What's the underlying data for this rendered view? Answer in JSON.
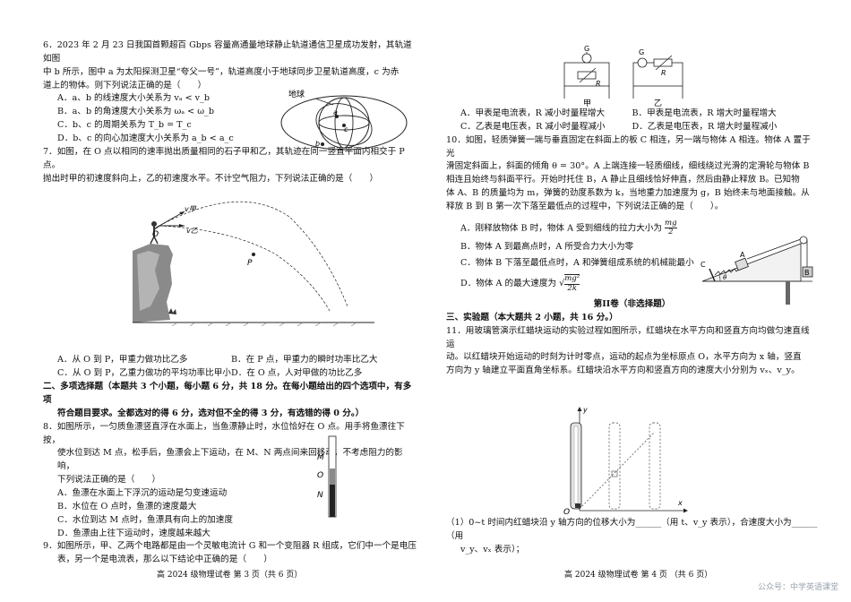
{
  "left": {
    "q6": {
      "stem1": "6．2023 年 2 月 23 日我国首颗超百 Gbps 容量高通量地球静止轨道通信卫星成功发射，其轨道如图",
      "stem2": "中 b 所示，图中 a 为太阳探测卫星“夸父一号”，轨道高度小于地球同步卫星轨道高度，c 为赤",
      "stem3": "道上的物体。则下列说法正确的是（　　）",
      "A": "A．a、b 的线速度大小关系为 vₐ < v_b",
      "B": "B．a、b 的角速度大小关系为 ωₐ < ω_b",
      "C": "C．b、c 的周期关系为 T_b = T_c",
      "D": "D．b、c 的向心加速度大小关系为 a_b < a_c",
      "fig_earth": "地球",
      "fig_a": "a",
      "fig_b": "b",
      "fig_c": "c"
    },
    "q7": {
      "stem1": "7．如图，在 O 点以相同的速率抛出质量相同的石子甲和乙，其轨迹在同一竖直平面内相交于 P 点。",
      "stem2": "抛出时甲的初速度斜向上，乙的初速度水平。不计空气阻力，下列说法正确的是（　　）",
      "fig_v1": "v甲",
      "fig_v2": "v乙",
      "fig_O": "O",
      "fig_P": "P",
      "A": "A．从 O 到 P，甲重力做功比乙多",
      "B": "B．在 P 点，甲重力的瞬时功率比乙大",
      "C": "C．从 O 到 P，乙重力做功的平均功率比甲小",
      "D": "D．在 O 点，人对甲做的功比乙多"
    },
    "sec2": {
      "line1": "二、多项选择题（本题共 3 个小题，每小题 6 分，共 18 分。在每小题给出的四个选项中，有多项",
      "line2": "符合题目要求。全都选对的得 6 分，选对但不全的得 3 分，有选错的得 0 分。）"
    },
    "q8": {
      "stem1": "8．如图所示，一匀质鱼漂竖直浮在水面上，当鱼漂静止时，水位恰好在 O 点。用手将鱼漂往下按，",
      "stem2": "使水位到达 M 点，松手后，鱼漂会上下运动，在 M、N 两点间来回移动。不考虑阻力的影响，",
      "stem3": "下列说法正确的是（　　）",
      "A": "A．鱼漂在水面上下浮沉的运动是匀变速运动",
      "B": "B．水位在 O 点时，鱼漂的速度最大",
      "C": "C．水位到达 M 点时，鱼漂具有向上的加速度",
      "D": "D．鱼漂由上往下运动时，速度越来越大",
      "fig_M": "M",
      "fig_O": "O",
      "fig_N": "N"
    },
    "q9": {
      "stem1": "9．如图所示，甲、乙两个电路都是由一个灵敏电流计 G 和一个变阻器 R 组成，它们中一个是电压",
      "stem2": "表，另一个是电流表，那么以下结论中正确的是（　　）"
    },
    "footer": "高 2024 级物理试卷  第 3 页（共 6 页）"
  },
  "right": {
    "q9fig": {
      "G1": "G",
      "G2": "G",
      "R1": "R",
      "R2": "R",
      "jia": "甲",
      "yi": "乙"
    },
    "q9opts": {
      "A": "A．甲表是电流表，R 减小时量程增大",
      "B": "B．甲表是电流表，R 增大时量程增大",
      "C": "C．乙表是电压表，R 减小时量程减小",
      "D": "D．乙表是电压表，R 增大时量程减小"
    },
    "q10": {
      "l1": "10．如图，轻质弹簧一端与垂直固定在斜面上的板 C 相连，另一端与物体 A 相连。物体 A 置于光",
      "l2": "滑固定斜面上，斜面的倾角 θ = 30°。A 上端连接一轻质细线，细线绕过光滑的定滑轮与物体 B",
      "l3": "相连且始终与斜面平行。开始时托住 B，A 静止且细线恰好伸直，然后由静止释放 B。已知物",
      "l4": "体 A、B 的质量均为 m，弹簧的劲度系数为 k，当地重力加速度为 g，B 始终未与地面接触。从",
      "l5": "释放 B 到 B 第一次下落至最低点的过程中，下列说法正确的是（　　）。",
      "A": "A．刚释放物体 B 时，物体 A 受到细线的拉力大小为",
      "A_num": "mg",
      "A_den": "2",
      "B": "B．物体 A 到最高点时，A 所受合力大小为零",
      "C": "C．物体 B 下落至最低点时，A 和弹簧组成系统的机械能最小",
      "D": "D．物体 A 的最大速度为",
      "D_num": "mg²",
      "D_den": "2k",
      "fig_C": "C",
      "fig_A": "A",
      "fig_B": "B",
      "fig_theta": "θ"
    },
    "part2": "第II卷（非选择题）",
    "sec3": "三、实验题（本大题共 2 小题，共 16 分。）",
    "q11": {
      "l1": "11．用玻璃管演示红蜡块运动的实验过程如图所示，红蜡块在水平方向和竖直方向均做匀速直线运",
      "l2": "动。以红蜡块开始运动的时刻为计时零点，运动的起点为坐标原点 O，水平方向为 x 轴，竖直",
      "l3": "方向为 y 轴建立平面直角坐标系。红蜡块沿水平方向和竖直方向的速度大小分别为 vₓ、v_y。",
      "fig_y": "y",
      "fig_x": "x",
      "fig_O": "O",
      "s1": "（1）0~t 时间内红蜡块沿 y 轴方向的位移大小为______（用 t、v_y 表示），合速度大小为______（用",
      "s2": "v_y、vₓ 表示）；"
    },
    "footer": "高 2024 级物理试卷  第 4 页  （共 6 页）"
  },
  "watermark": "公众号：中学英语课堂"
}
